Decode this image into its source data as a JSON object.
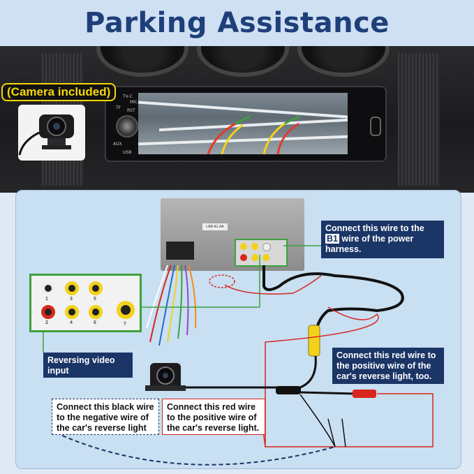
{
  "title": "Parking Assistance",
  "camera_label": "(Camera included)",
  "head_unit": {
    "port_labels": [
      "TV-C",
      "MIC",
      "TF",
      "RST",
      "AUX",
      "USB"
    ]
  },
  "radio_back_label": "LAB-A1-AA",
  "notes": {
    "b1_wire": {
      "prefix": "Connect this wire to the",
      "highlight": "B1",
      "suffix": "wire of the power harness."
    },
    "reversing_video": "Reversing video input",
    "red_wire_reverse_too": "Connect this red wire to the positive wire of the car's reverse light, too.",
    "black_wire": "Connect this black wire to the negative wire of the car's reverse light",
    "red_wire": "Connect this red wire to the positive wire of the car's reverse light."
  },
  "jacks": [
    {
      "num": "1",
      "color": "#eeeeee"
    },
    {
      "num": "3",
      "color": "#f2d21a"
    },
    {
      "num": "5",
      "color": "#f2d21a"
    },
    {
      "num": "2",
      "color": "#d8261e"
    },
    {
      "num": "4",
      "color": "#f2d21a"
    },
    {
      "num": "6",
      "color": "#f2d21a"
    },
    {
      "num": "7",
      "color": "#f2d21a"
    }
  ],
  "colors": {
    "accent_blue": "#1f3f7a",
    "highlight_green": "#3ca23c",
    "wire_red": "#d8261e",
    "label_yellow": "#f5d70a"
  }
}
